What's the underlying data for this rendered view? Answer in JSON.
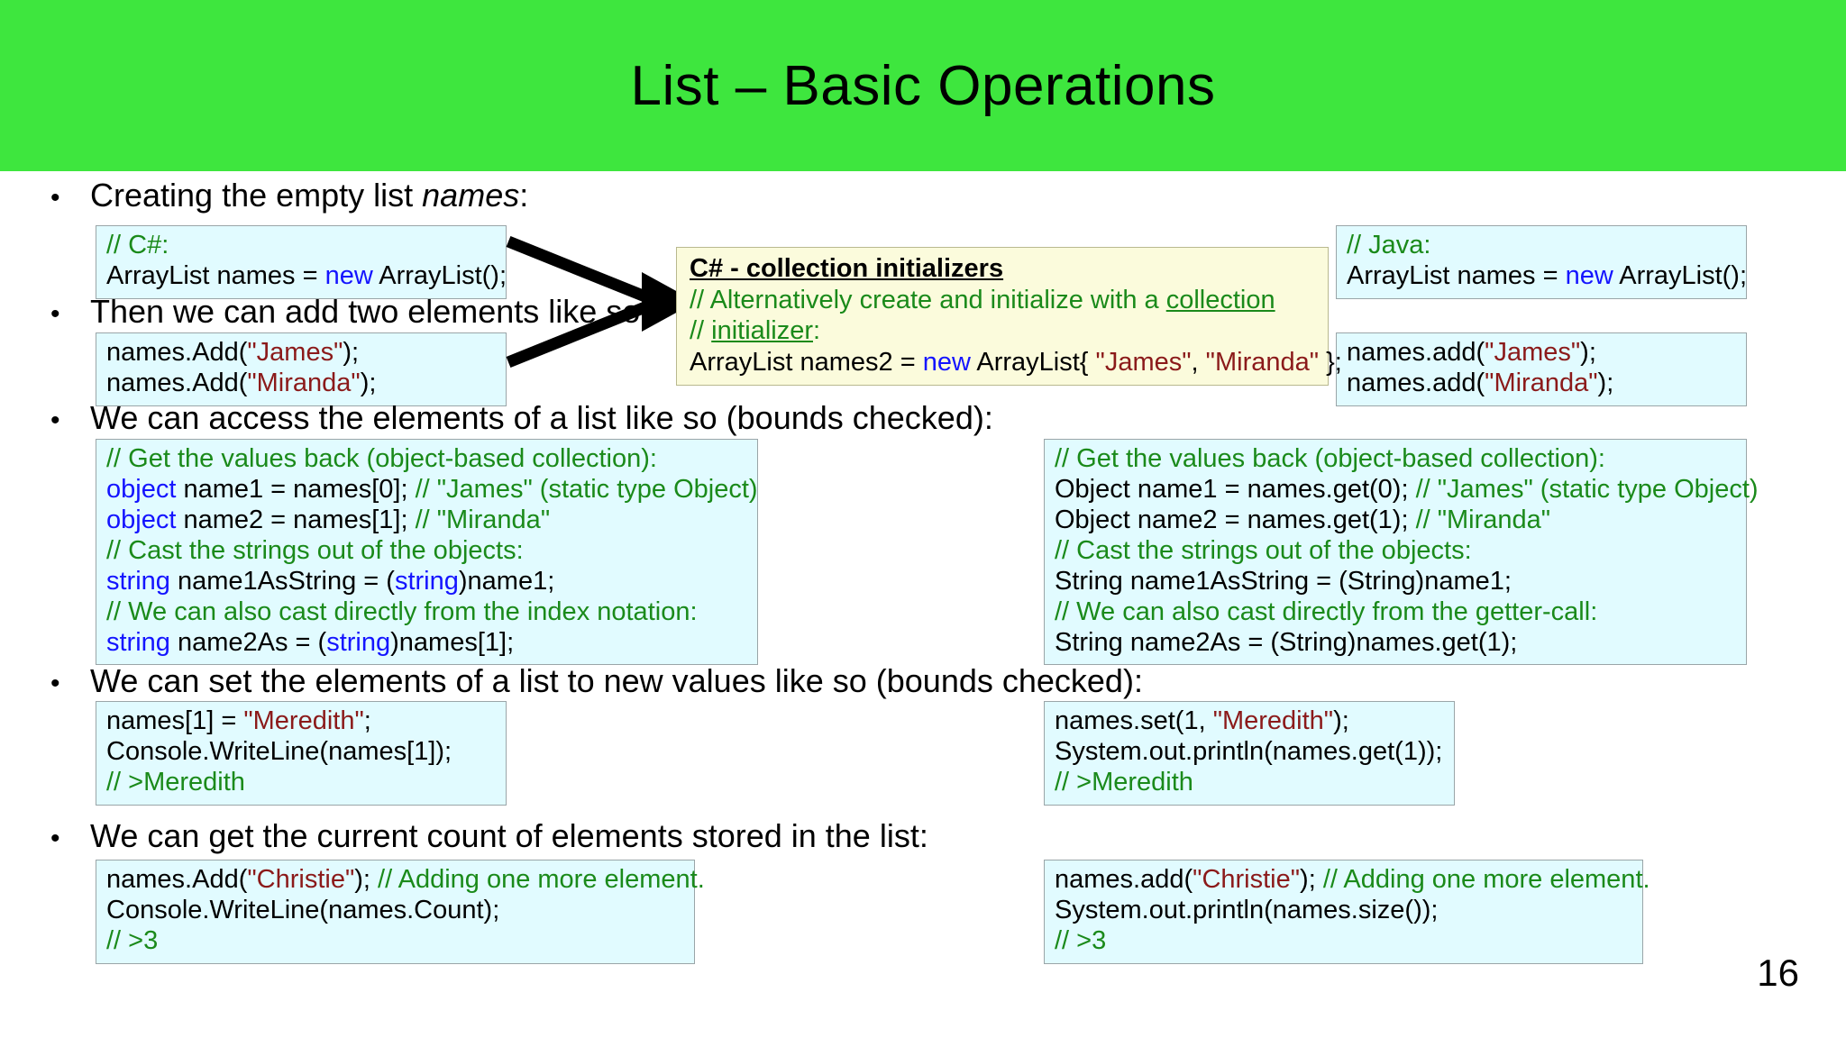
{
  "slide": {
    "title": "List – Basic Operations",
    "page_number": "16",
    "banner_color": "#3ee63e",
    "code_bg_color": "#e1fbff",
    "callout_bg_color": "#fbfbdc",
    "comment_color": "#1a8a1a",
    "keyword_color": "#1414ff",
    "string_color": "#8b1a1a"
  },
  "bullets": {
    "b1_pre": "Creating the empty list ",
    "b1_em": "names",
    "b1_post": ":",
    "b2": "Then we can add two elements like so:",
    "b3": "We can access the elements of a list like so (bounds checked):",
    "b4": "We can set the elements of a list to new values like so (bounds checked):",
    "b5": "We can get the current count of elements stored in the list:"
  },
  "code": {
    "csharp_create": {
      "l1_cmt": "// C#:",
      "l2_a": "ArrayList names = ",
      "l2_kw": "new",
      "l2_b": " ArrayList();"
    },
    "csharp_add": {
      "l1_a": "names.Add(",
      "l1_str": "\"James\"",
      "l1_b": ");",
      "l2_a": "names.Add(",
      "l2_str": "\"Miranda\"",
      "l2_b": ");"
    },
    "java_create": {
      "l1_cmt": "// Java:",
      "l2_a": "ArrayList names = ",
      "l2_kw": "new",
      "l2_b": " ArrayList();"
    },
    "java_add": {
      "l1_a": "names.add(",
      "l1_str": "\"James\"",
      "l1_b": ");",
      "l2_a": "names.add(",
      "l2_str": "\"Miranda\"",
      "l2_b": ");"
    },
    "csharp_get": {
      "l1_cmt": "// Get the values back (object-based collection):",
      "l2_kw": "object",
      "l2_a": " name1 = names[0]; ",
      "l2_cmt": "// \"James\" (static type Object)",
      "l3_kw": "object",
      "l3_a": " name2 = names[1]; ",
      "l3_cmt": "// \"Miranda\"",
      "l4_cmt": "// Cast the strings out of the objects:",
      "l5_kw": "string",
      "l5_a": " name1AsString = (",
      "l5_kw2": "string",
      "l5_b": ")name1;",
      "l6_cmt": "// We can also cast directly from the index notation:",
      "l7_kw": "string",
      "l7_a": " name2As = (",
      "l7_kw2": "string",
      "l7_b": ")names[1];"
    },
    "java_get": {
      "l1_cmt": "// Get the values back (object-based collection):",
      "l2_a": "Object name1 = names.get(0); ",
      "l2_cmt": "// \"James\" (static type Object)",
      "l3_a": "Object name2 = names.get(1); ",
      "l3_cmt": "// \"Miranda\"",
      "l4_cmt": "// Cast the strings out of the objects:",
      "l5_a": "String name1AsString = (String)name1;",
      "l6_cmt": "// We can also cast directly from the getter-call:",
      "l7_a": "String name2As = (String)names.get(1);"
    },
    "csharp_set": {
      "l1_a": "names[1] = ",
      "l1_str": "\"Meredith\"",
      "l1_b": ";",
      "l2": "Console.WriteLine(names[1]);",
      "l3_cmt": "// >Meredith"
    },
    "java_set": {
      "l1_a": "names.set(1, ",
      "l1_str": "\"Meredith\"",
      "l1_b": ");",
      "l2": "System.out.println(names.get(1));",
      "l3_cmt": "// >Meredith"
    },
    "csharp_count": {
      "l1_a": "names.Add(",
      "l1_str": "\"Christie\"",
      "l1_b": "); ",
      "l1_cmt": "// Adding one more element.",
      "l2": "Console.WriteLine(names.Count);",
      "l3_cmt": "// >3"
    },
    "java_count": {
      "l1_a": "names.add(",
      "l1_str": "\"Christie\"",
      "l1_b": "); ",
      "l1_cmt": "// Adding one more element.",
      "l2": "System.out.println(names.size());",
      "l3_cmt": "// >3"
    }
  },
  "callout": {
    "header": "C# - collection initializers",
    "l2_a": "// Alternatively create and initialize with a ",
    "l2_sp": "collection",
    "l3_a": "// ",
    "l3_sp": "initializer",
    "l3_b": ":",
    "l4_a": "ArrayList names2 = ",
    "l4_kw": "new",
    "l4_b": " ArrayList{ ",
    "l4_s1": "\"James\"",
    "l4_mid": ", ",
    "l4_s2": "\"Miranda\"",
    "l4_end": " };"
  }
}
